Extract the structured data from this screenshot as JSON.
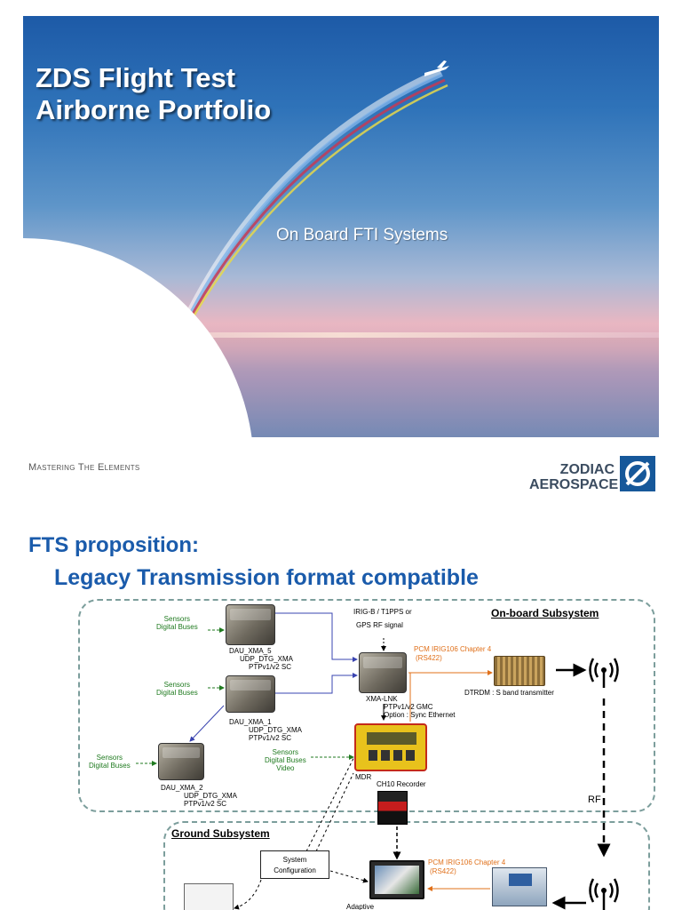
{
  "slide1": {
    "title_line1": "ZDS Flight Test",
    "title_line2": "Airborne Portfolio",
    "subtitle": "On Board FTI Systems",
    "tagline": "Mastering The Elements",
    "logo_line1": "ZODIAC",
    "logo_line2": "AEROSPACE",
    "logo_icon": "zodiac-logo-icon",
    "colors": {
      "sky_top": "#1d5aa7",
      "accent_trail_red": "#c43a55",
      "accent_trail_yellow": "#e6d84a",
      "logo_blue": "#16589a"
    }
  },
  "slide2": {
    "title_line1": "FTS proposition:",
    "title_line2": "Legacy Transmission format compatible",
    "title_color": "#1a5bab",
    "onboard_label": "On-board Subsystem",
    "ground_label": "Ground Subsystem",
    "irig_line1": "IRIG-B / T1PPS or",
    "irig_line2": "GPS RF signal",
    "sensors_1": "Sensors",
    "sensors_1b": "Digital Buses",
    "sensors_2": "Sensors",
    "sensors_2b": "Digital Buses",
    "sensors_3": "Sensors",
    "sensors_3b": "Digital Buses",
    "sensors_video_1": "Sensors",
    "sensors_video_2": "Digital Buses",
    "sensors_video_3": "Video",
    "dau5": {
      "name": "DAU_XMA_5",
      "line2": "UDP_DTG_XMA",
      "line3": "PTPv1/v2 SC"
    },
    "dau1": {
      "name": "DAU_XMA_1",
      "line2": "UDP_DTG_XMA",
      "line3": "PTPv1/v2 SC"
    },
    "dau2": {
      "name": "DAU_XMA_2",
      "line2": "UDP_DTG_XMA",
      "line3": "PTPv1/v2 SC"
    },
    "xma_lnk": {
      "name": "XMA-LNK",
      "line2": "PTPv1/v2 GMC",
      "line3": "Option : Sync Ethernet"
    },
    "pcm_onboard_1": "PCM IRIG106 Chapter 4",
    "pcm_onboard_2": "(RS422)",
    "dtrdm": "DTRDM : S band transmitter",
    "mdr": "MDR",
    "ch10": "CH10 Recorder",
    "rf": "RF",
    "sysconf_1": "System",
    "sysconf_2": "Configuration",
    "pcm_ground_1": "PCM IRIG106 Chapter 4",
    "pcm_ground_2": "(RS422)",
    "adaptive": "Adaptive",
    "orange": "#e0701a",
    "green": "#1f7a1f",
    "link_blue": "#3a44b0"
  }
}
